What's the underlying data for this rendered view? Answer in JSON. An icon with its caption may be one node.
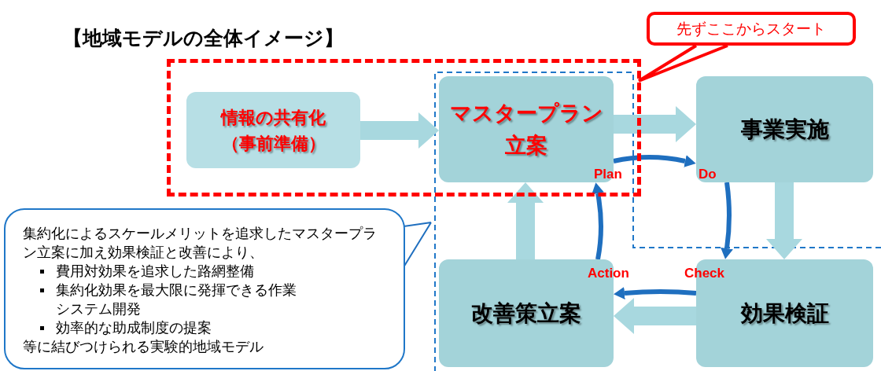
{
  "diagram": {
    "title": "【地域モデルの全体イメージ】",
    "nodes": [
      {
        "text": [],
        "shape": "box"
      },
      {
        "text": [
          "情報の共有化（事前準備）"
        ],
        "in": 0
      },
      {
        "text": [
          "先ずここからスタート"
        ]
      },
      {
        "text": [
          "マスタープラン立案",
          "Plan"
        ],
        "in": 0
      },
      {
        "text": [
          "事業実施",
          "Do"
        ]
      },
      {
        "text": [
          "効果検証",
          "Check"
        ]
      },
      {
        "text": [
          "改善策立案",
          "Action"
        ]
      },
      {
        "text": [
          "集約化によるスケールメリットを追求したマスタープラン立案に加え効果検証と改善により、",
          "費用対効果を追求した路網整備",
          "集約化効果を最大限に発揮できる作業システム開発",
          "効率的な助成制度の提案",
          "等に結びつけられる実験的地域モデル"
        ]
      }
    ],
    "edges": [
      {
        "from": 1,
        "to": 3,
        "arrow": "to",
        "style": "thick"
      },
      {
        "from": 3,
        "to": 4,
        "arrow": "to",
        "style": "thick"
      },
      {
        "from": 4,
        "to": 5,
        "arrow": "to",
        "style": "thick"
      },
      {
        "from": 5,
        "to": 6,
        "arrow": "to",
        "style": "thick"
      },
      {
        "from": 6,
        "to": 3,
        "arrow": "to",
        "style": "thick"
      },
      {
        "from": 3,
        "to": 4,
        "arrow": "to",
        "color": "#1f6fbf"
      },
      {
        "from": 4,
        "to": 5,
        "arrow": "to",
        "color": "#1f6fbf"
      },
      {
        "from": 5,
        "to": 6,
        "arrow": "to",
        "color": "#1f6fbf"
      },
      {
        "from": 6,
        "to": 3,
        "arrow": "to",
        "color": "#1f6fbf"
      },
      {
        "from": 2,
        "to": 0,
        "arrow": "none",
        "color": "#ff0000"
      },
      {
        "from": 7,
        "to": null,
        "arrow": "none",
        "color": "#1f6fbf"
      }
    ]
  }
}
